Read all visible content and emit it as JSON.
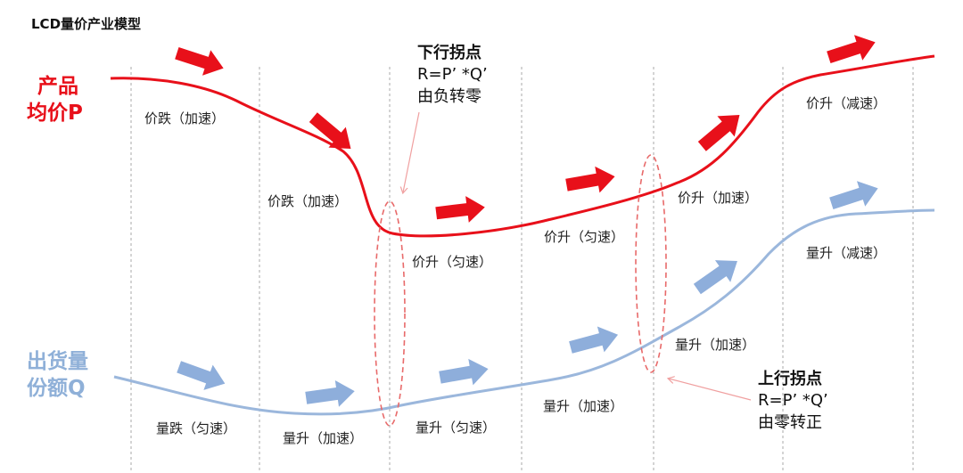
{
  "title": "LCD量价产业模型",
  "series_labels": {
    "price": [
      "产品",
      "均价P"
    ],
    "volume": [
      "出货量",
      "份额Q"
    ]
  },
  "price_phases": [
    "价跌（加速）",
    "价跌（加速）",
    "价升（匀速）",
    "价升（匀速）",
    "价升（加速）",
    "价升（减速）"
  ],
  "volume_phases": [
    "量跌（匀速）",
    "量升（加速）",
    "量升（匀速）",
    "量升（加速）",
    "量升（加速）",
    "量升（减速）"
  ],
  "downturn_point": {
    "title": "下行拐点",
    "formula": "R=P’ *Q’",
    "desc": "由负转零"
  },
  "upturn_point": {
    "title": "上行拐点",
    "formula": "R=P’ *Q’",
    "desc": "由零转正"
  },
  "colors": {
    "price": "#e8101a",
    "volume": "#9bb7dc",
    "arrow_volume": "#8eaedb",
    "divider": "#a8a8a8",
    "inflection": "#e86a6a"
  }
}
